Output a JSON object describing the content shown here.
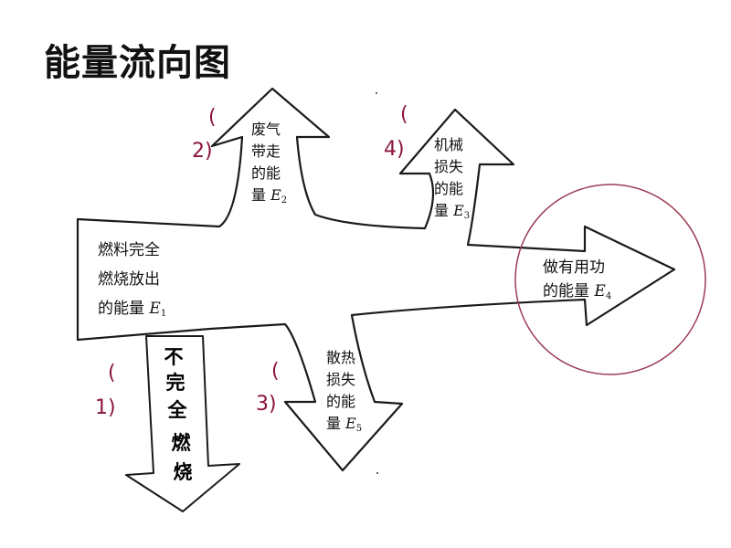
{
  "title": "能量流向图",
  "main_box": {
    "lines": [
      "燃料完全",
      "燃烧放出",
      "的能量"
    ],
    "symbol": "E",
    "sub": "1"
  },
  "exhaust": {
    "lines": [
      "废气",
      "带走",
      "的能"
    ],
    "last": "量",
    "symbol": "E",
    "sub": "2"
  },
  "heat": {
    "lines": [
      "散热",
      "损失",
      "的能"
    ],
    "last": "量",
    "symbol": "E",
    "sub": "5"
  },
  "mechanical": {
    "lines": [
      "机械",
      "损失",
      "的能"
    ],
    "last": "量",
    "symbol": "E",
    "sub": "3"
  },
  "useful": {
    "lines": [
      "做有用功",
      "的能量"
    ],
    "symbol": "E",
    "sub": "4"
  },
  "incomplete": {
    "chars": [
      "不",
      "完",
      "全",
      "燃",
      "烧"
    ]
  },
  "markers": {
    "m1": {
      "open": "(",
      "label": "1)"
    },
    "m2": {
      "open": "(",
      "label": "2)"
    },
    "m3": {
      "open": "(",
      "label": "3)"
    },
    "m4": {
      "open": "(",
      "label": "4)"
    }
  },
  "colors": {
    "stroke": "#1a1a1a",
    "marker": "#8a1538",
    "circle": "#9b3b52"
  }
}
